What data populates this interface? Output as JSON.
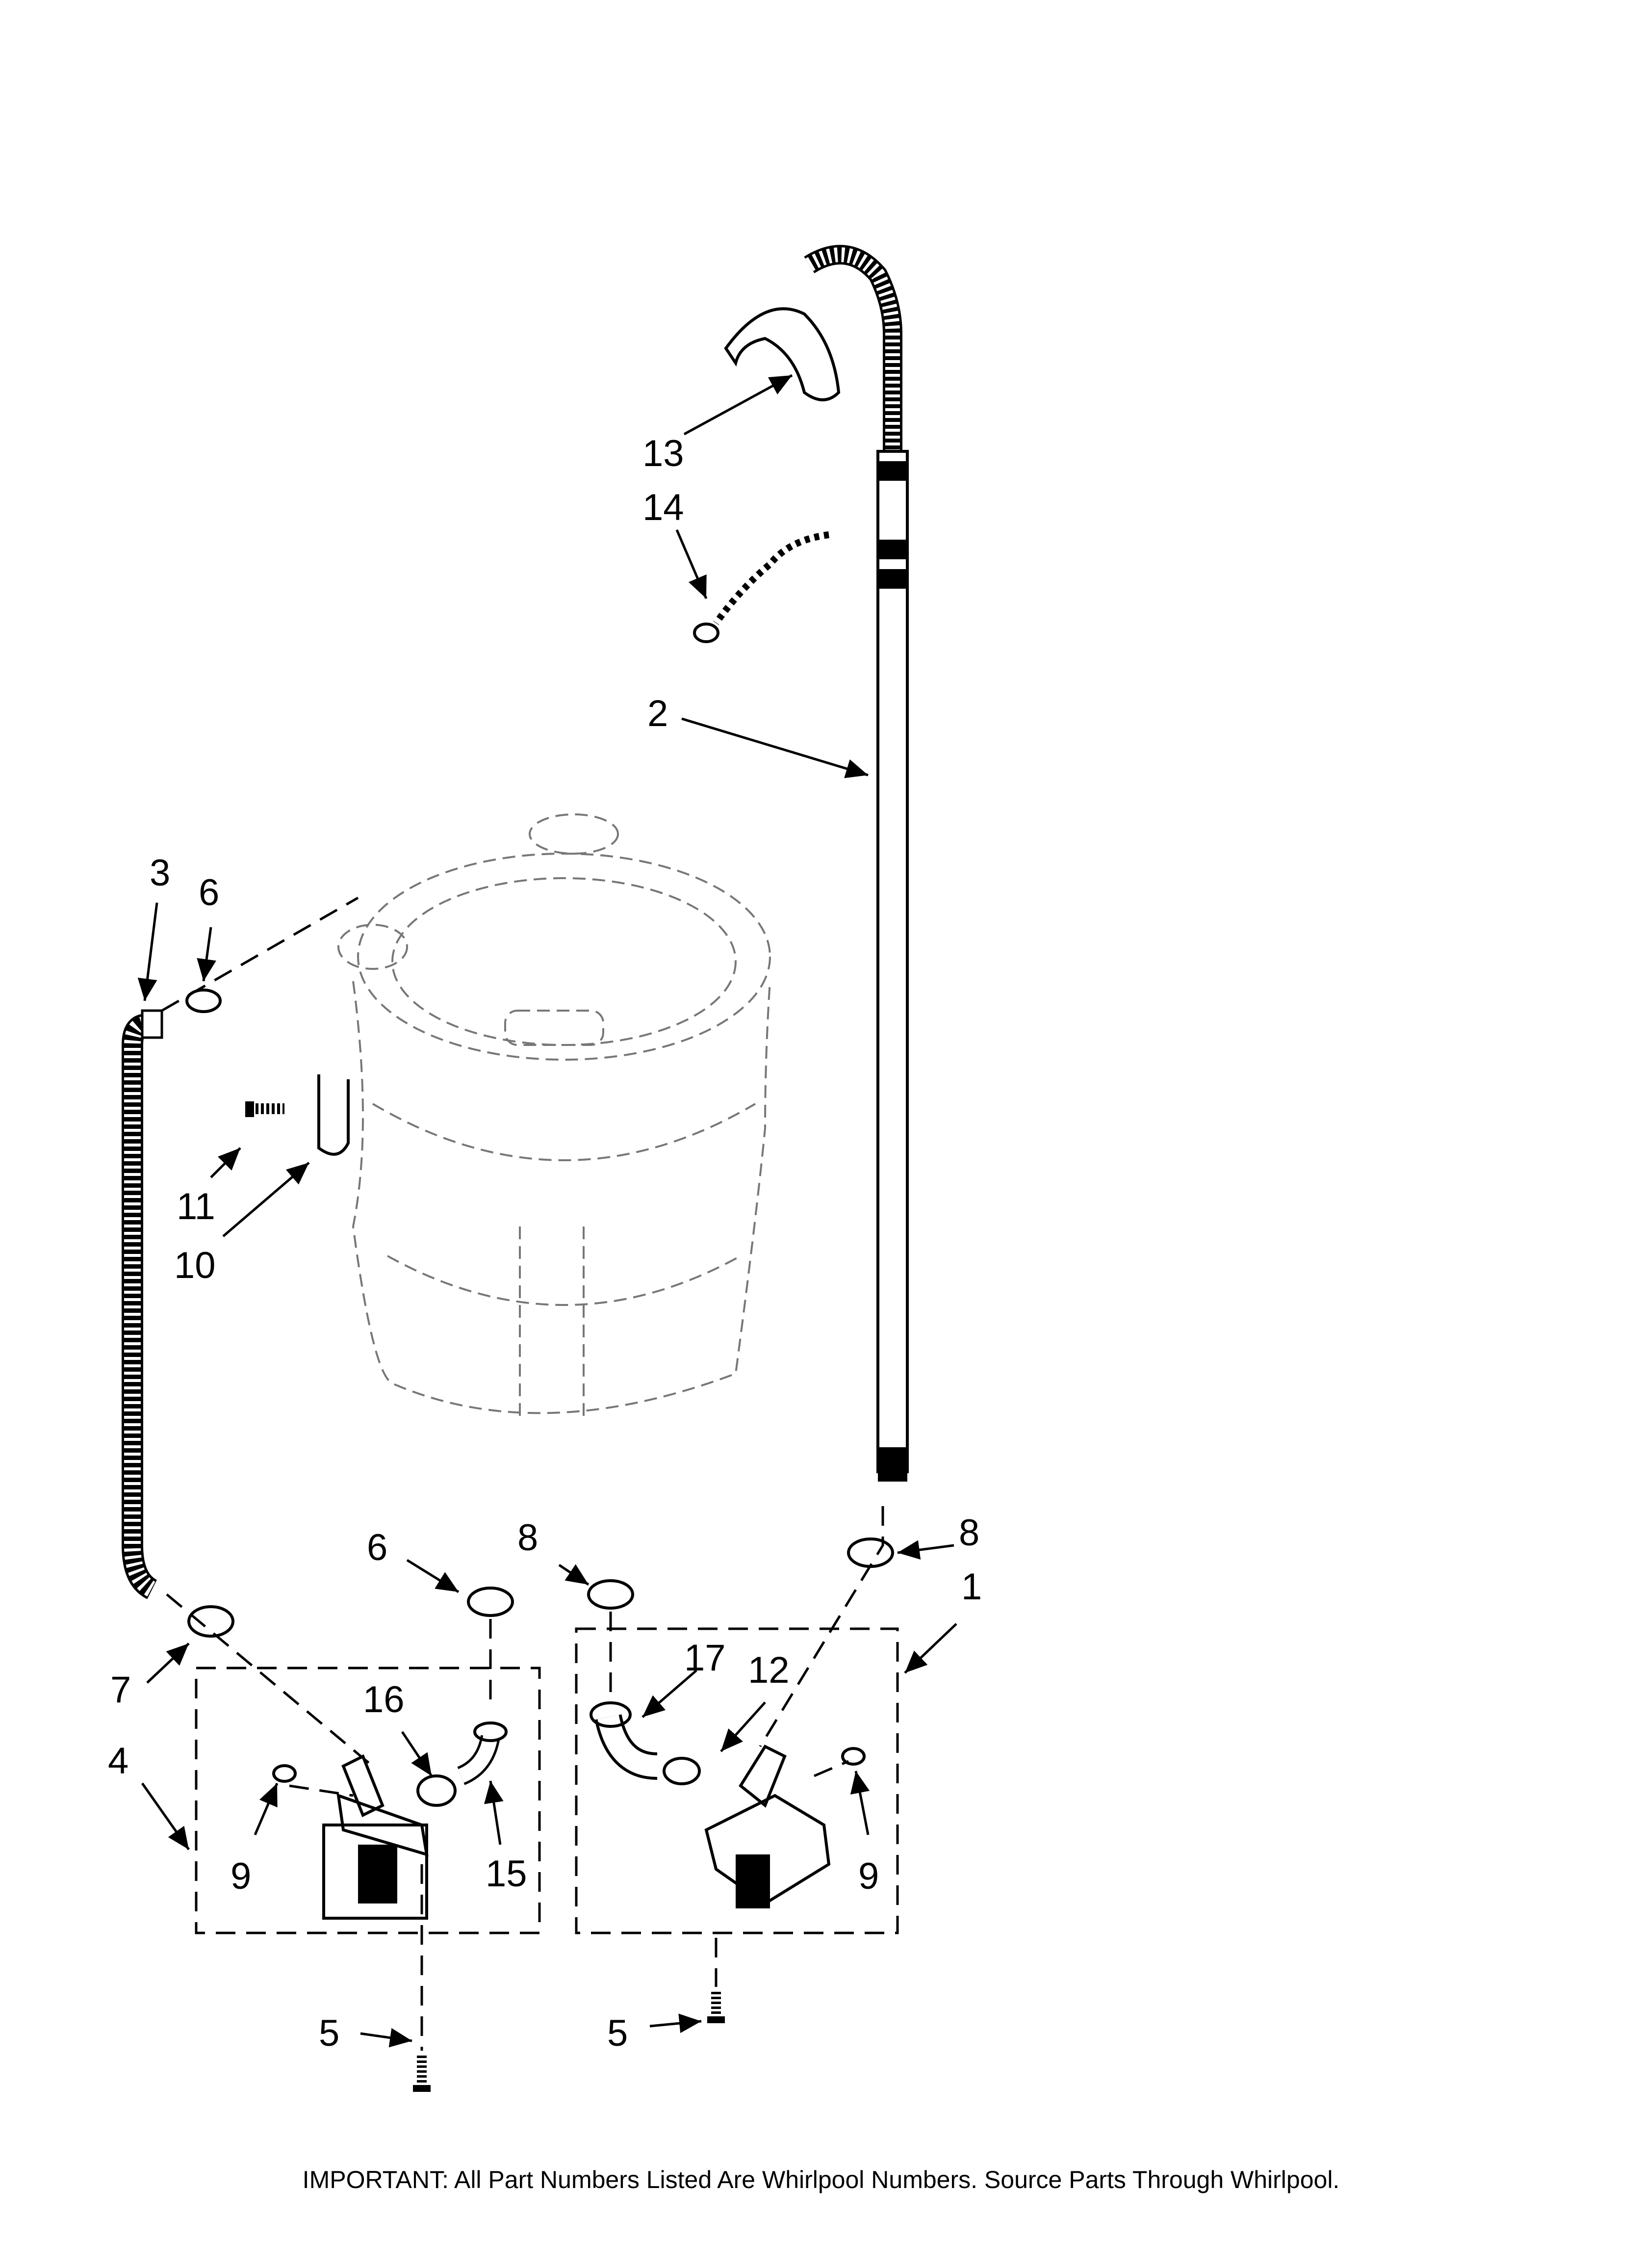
{
  "callouts": {
    "c1": "1",
    "c2": "2",
    "c3": "3",
    "c4": "4",
    "c5a": "5",
    "c5b": "5",
    "c6a": "6",
    "c6b": "6",
    "c7": "7",
    "c8a": "8",
    "c8b": "8",
    "c9a": "9",
    "c9b": "9",
    "c10": "10",
    "c11": "11",
    "c12": "12",
    "c13": "13",
    "c14": "14",
    "c15": "15",
    "c16": "16",
    "c17": "17"
  },
  "footer": "IMPORTANT: All Part Numbers Listed Are Whirlpool Numbers. Source Parts Through Whirlpool."
}
